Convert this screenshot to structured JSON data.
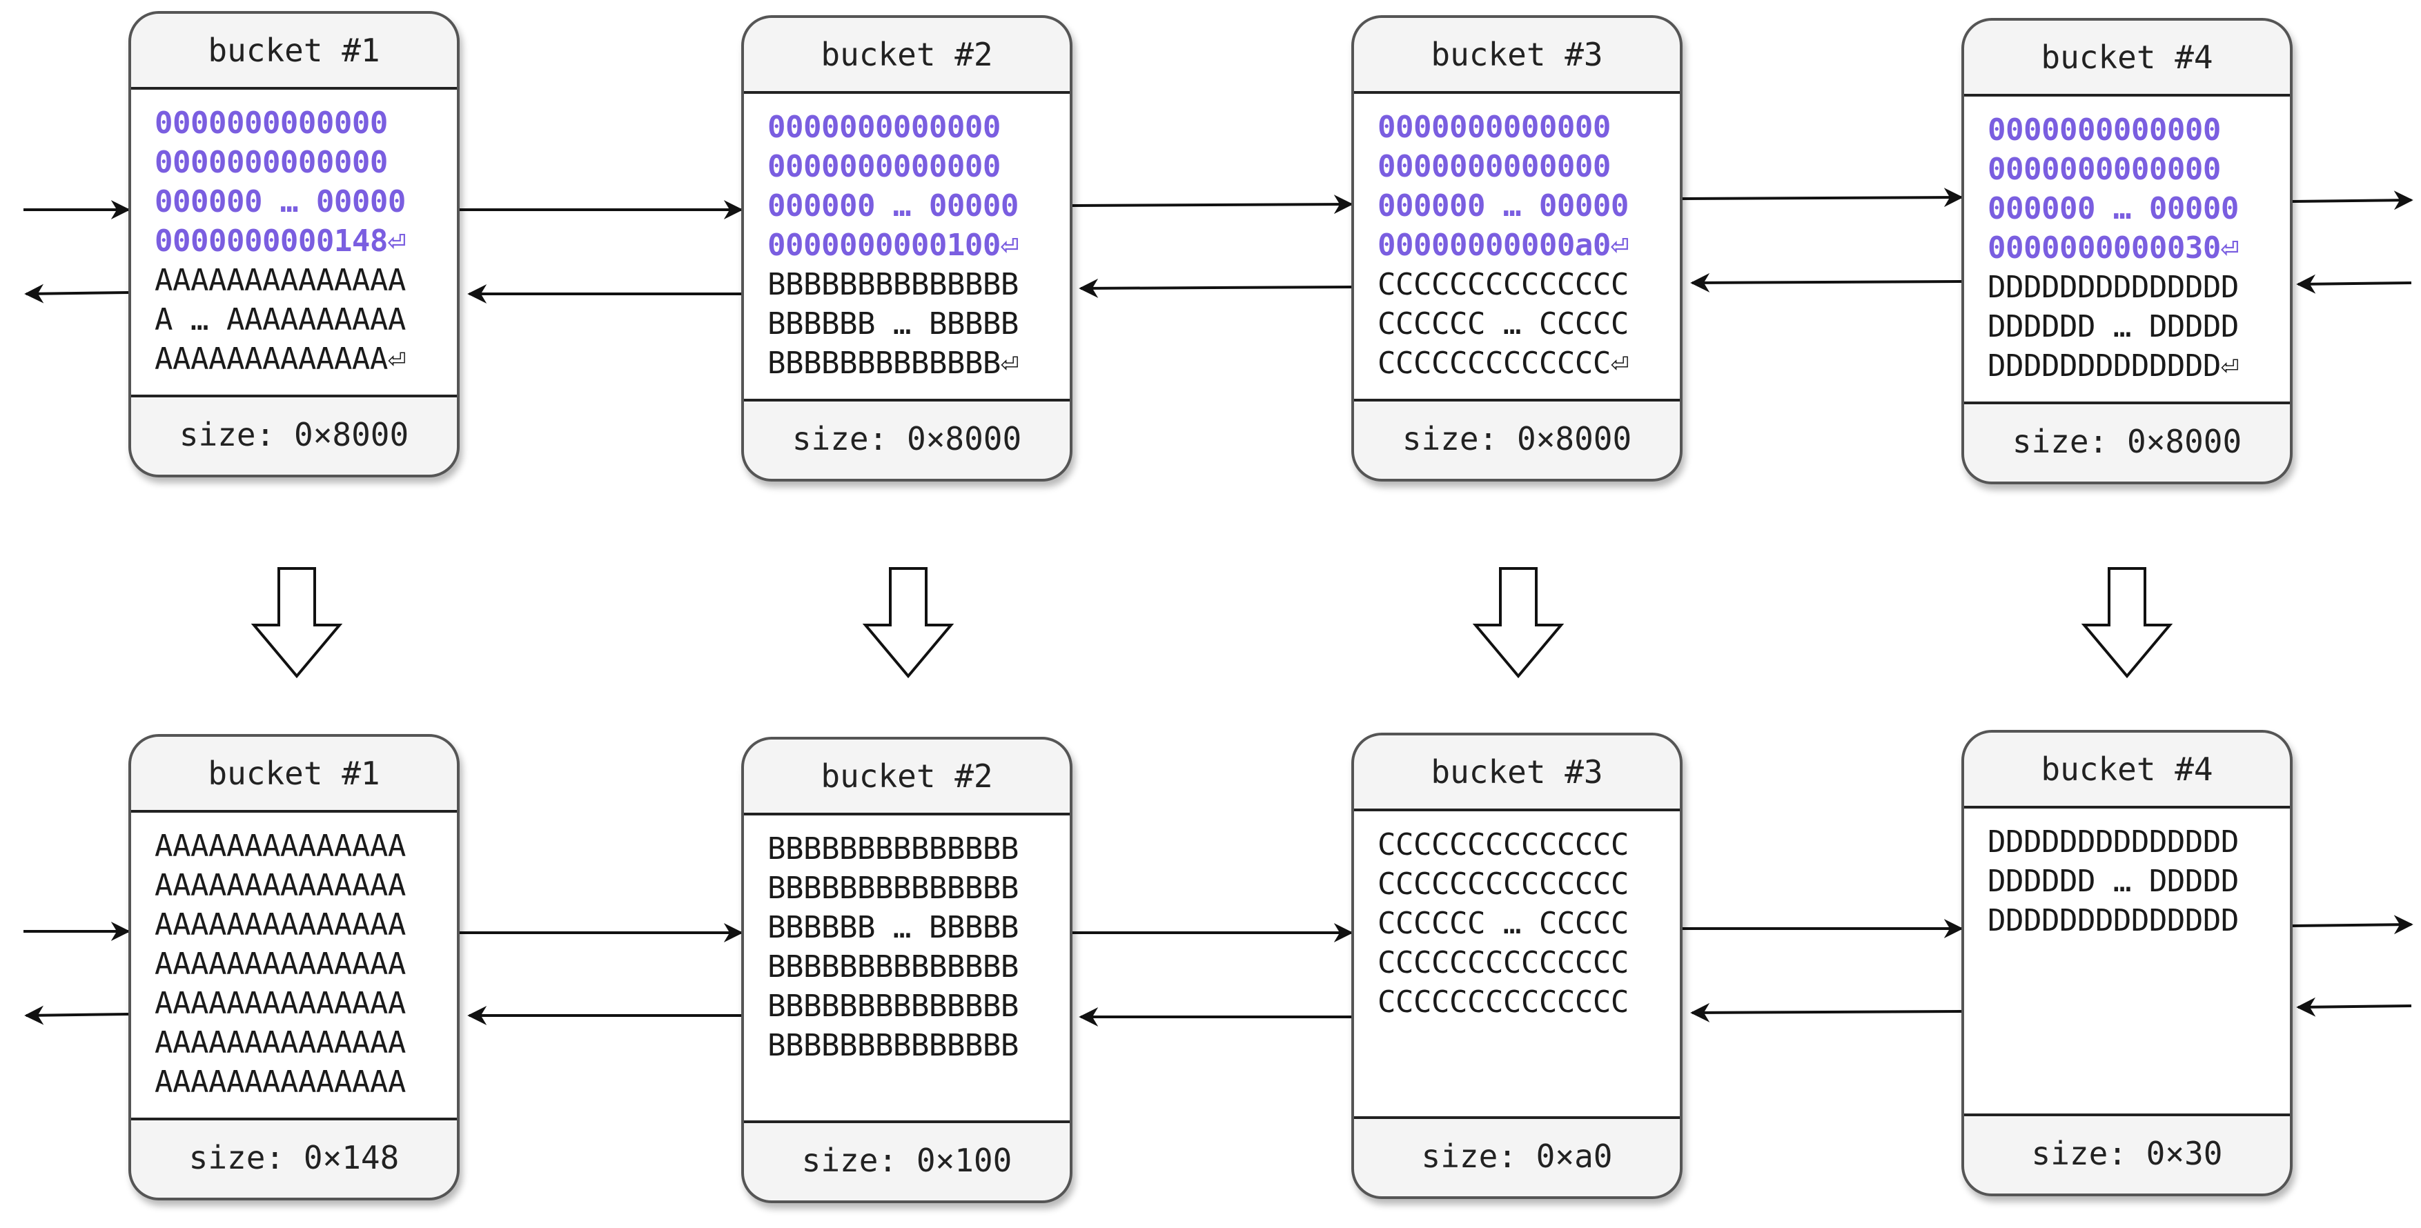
{
  "colors": {
    "highlight": "#7a5ee0",
    "text": "#1a1a1a",
    "border": "#555555",
    "header_bg": "#f4f4f4"
  },
  "before": [
    {
      "title": "bucket #1",
      "size": "size: 0×8000",
      "lines": [
        {
          "text": "0000000000000",
          "hl": true
        },
        {
          "text": "0000000000000",
          "hl": true
        },
        {
          "text": "000000 … 00000",
          "hl": true
        },
        {
          "text": "0000000000148⏎",
          "hl": true
        },
        {
          "text": "AAAAAAAAAAAAAA",
          "hl": false
        },
        {
          "text": "A … AAAAAAAAAA",
          "hl": false
        },
        {
          "text": "AAAAAAAAAAAAA⏎",
          "hl": false
        }
      ]
    },
    {
      "title": "bucket #2",
      "size": "size: 0×8000",
      "lines": [
        {
          "text": "0000000000000",
          "hl": true
        },
        {
          "text": "0000000000000",
          "hl": true
        },
        {
          "text": "000000 … 00000",
          "hl": true
        },
        {
          "text": "0000000000100⏎",
          "hl": true
        },
        {
          "text": "BBBBBBBBBBBBBB",
          "hl": false
        },
        {
          "text": "BBBBBB … BBBBB",
          "hl": false
        },
        {
          "text": "BBBBBBBBBBBBB⏎",
          "hl": false
        }
      ]
    },
    {
      "title": "bucket #3",
      "size": "size: 0×8000",
      "lines": [
        {
          "text": "0000000000000",
          "hl": true
        },
        {
          "text": "0000000000000",
          "hl": true
        },
        {
          "text": "000000 … 00000",
          "hl": true
        },
        {
          "text": "00000000000a0⏎",
          "hl": true
        },
        {
          "text": "CCCCCCCCCCCCCC",
          "hl": false
        },
        {
          "text": "CCCCCC … CCCCC",
          "hl": false
        },
        {
          "text": "CCCCCCCCCCCCC⏎",
          "hl": false
        }
      ]
    },
    {
      "title": "bucket #4",
      "size": "size: 0×8000",
      "lines": [
        {
          "text": "0000000000000",
          "hl": true
        },
        {
          "text": "0000000000000",
          "hl": true
        },
        {
          "text": "000000 … 00000",
          "hl": true
        },
        {
          "text": "0000000000030⏎",
          "hl": true
        },
        {
          "text": "DDDDDDDDDDDDDD",
          "hl": false
        },
        {
          "text": "DDDDDD … DDDDD",
          "hl": false
        },
        {
          "text": "DDDDDDDDDDDDD⏎",
          "hl": false
        }
      ]
    }
  ],
  "after": [
    {
      "title": "bucket #1",
      "size": "size: 0×148",
      "lines": [
        {
          "text": "AAAAAAAAAAAAAA",
          "hl": false
        },
        {
          "text": "AAAAAAAAAAAAAA",
          "hl": false
        },
        {
          "text": "AAAAAAAAAAAAAA",
          "hl": false
        },
        {
          "text": "AAAAAAAAAAAAAA",
          "hl": false
        },
        {
          "text": "AAAAAAAAAAAAAA",
          "hl": false
        },
        {
          "text": "AAAAAAAAAAAAAA",
          "hl": false
        },
        {
          "text": "AAAAAAAAAAAAAA",
          "hl": false
        }
      ]
    },
    {
      "title": "bucket #2",
      "size": "size: 0×100",
      "lines": [
        {
          "text": "BBBBBBBBBBBBBB",
          "hl": false
        },
        {
          "text": "BBBBBBBBBBBBBB",
          "hl": false
        },
        {
          "text": "BBBBBB … BBBBB",
          "hl": false
        },
        {
          "text": "BBBBBBBBBBBBBB",
          "hl": false
        },
        {
          "text": "BBBBBBBBBBBBBB",
          "hl": false
        },
        {
          "text": "BBBBBBBBBBBBBB",
          "hl": false
        }
      ]
    },
    {
      "title": "bucket #3",
      "size": "size: 0×a0",
      "lines": [
        {
          "text": "CCCCCCCCCCCCCC",
          "hl": false
        },
        {
          "text": "CCCCCCCCCCCCCC",
          "hl": false
        },
        {
          "text": "CCCCCC … CCCCC",
          "hl": false
        },
        {
          "text": "CCCCCCCCCCCCCC",
          "hl": false
        },
        {
          "text": "CCCCCCCCCCCCCC",
          "hl": false
        }
      ]
    },
    {
      "title": "bucket #4",
      "size": "size: 0×30",
      "lines": [
        {
          "text": "DDDDDDDDDDDDDD",
          "hl": false
        },
        {
          "text": "DDDDDD … DDDDD",
          "hl": false
        },
        {
          "text": "DDDDDDDDDDDDDD",
          "hl": false
        }
      ]
    }
  ]
}
